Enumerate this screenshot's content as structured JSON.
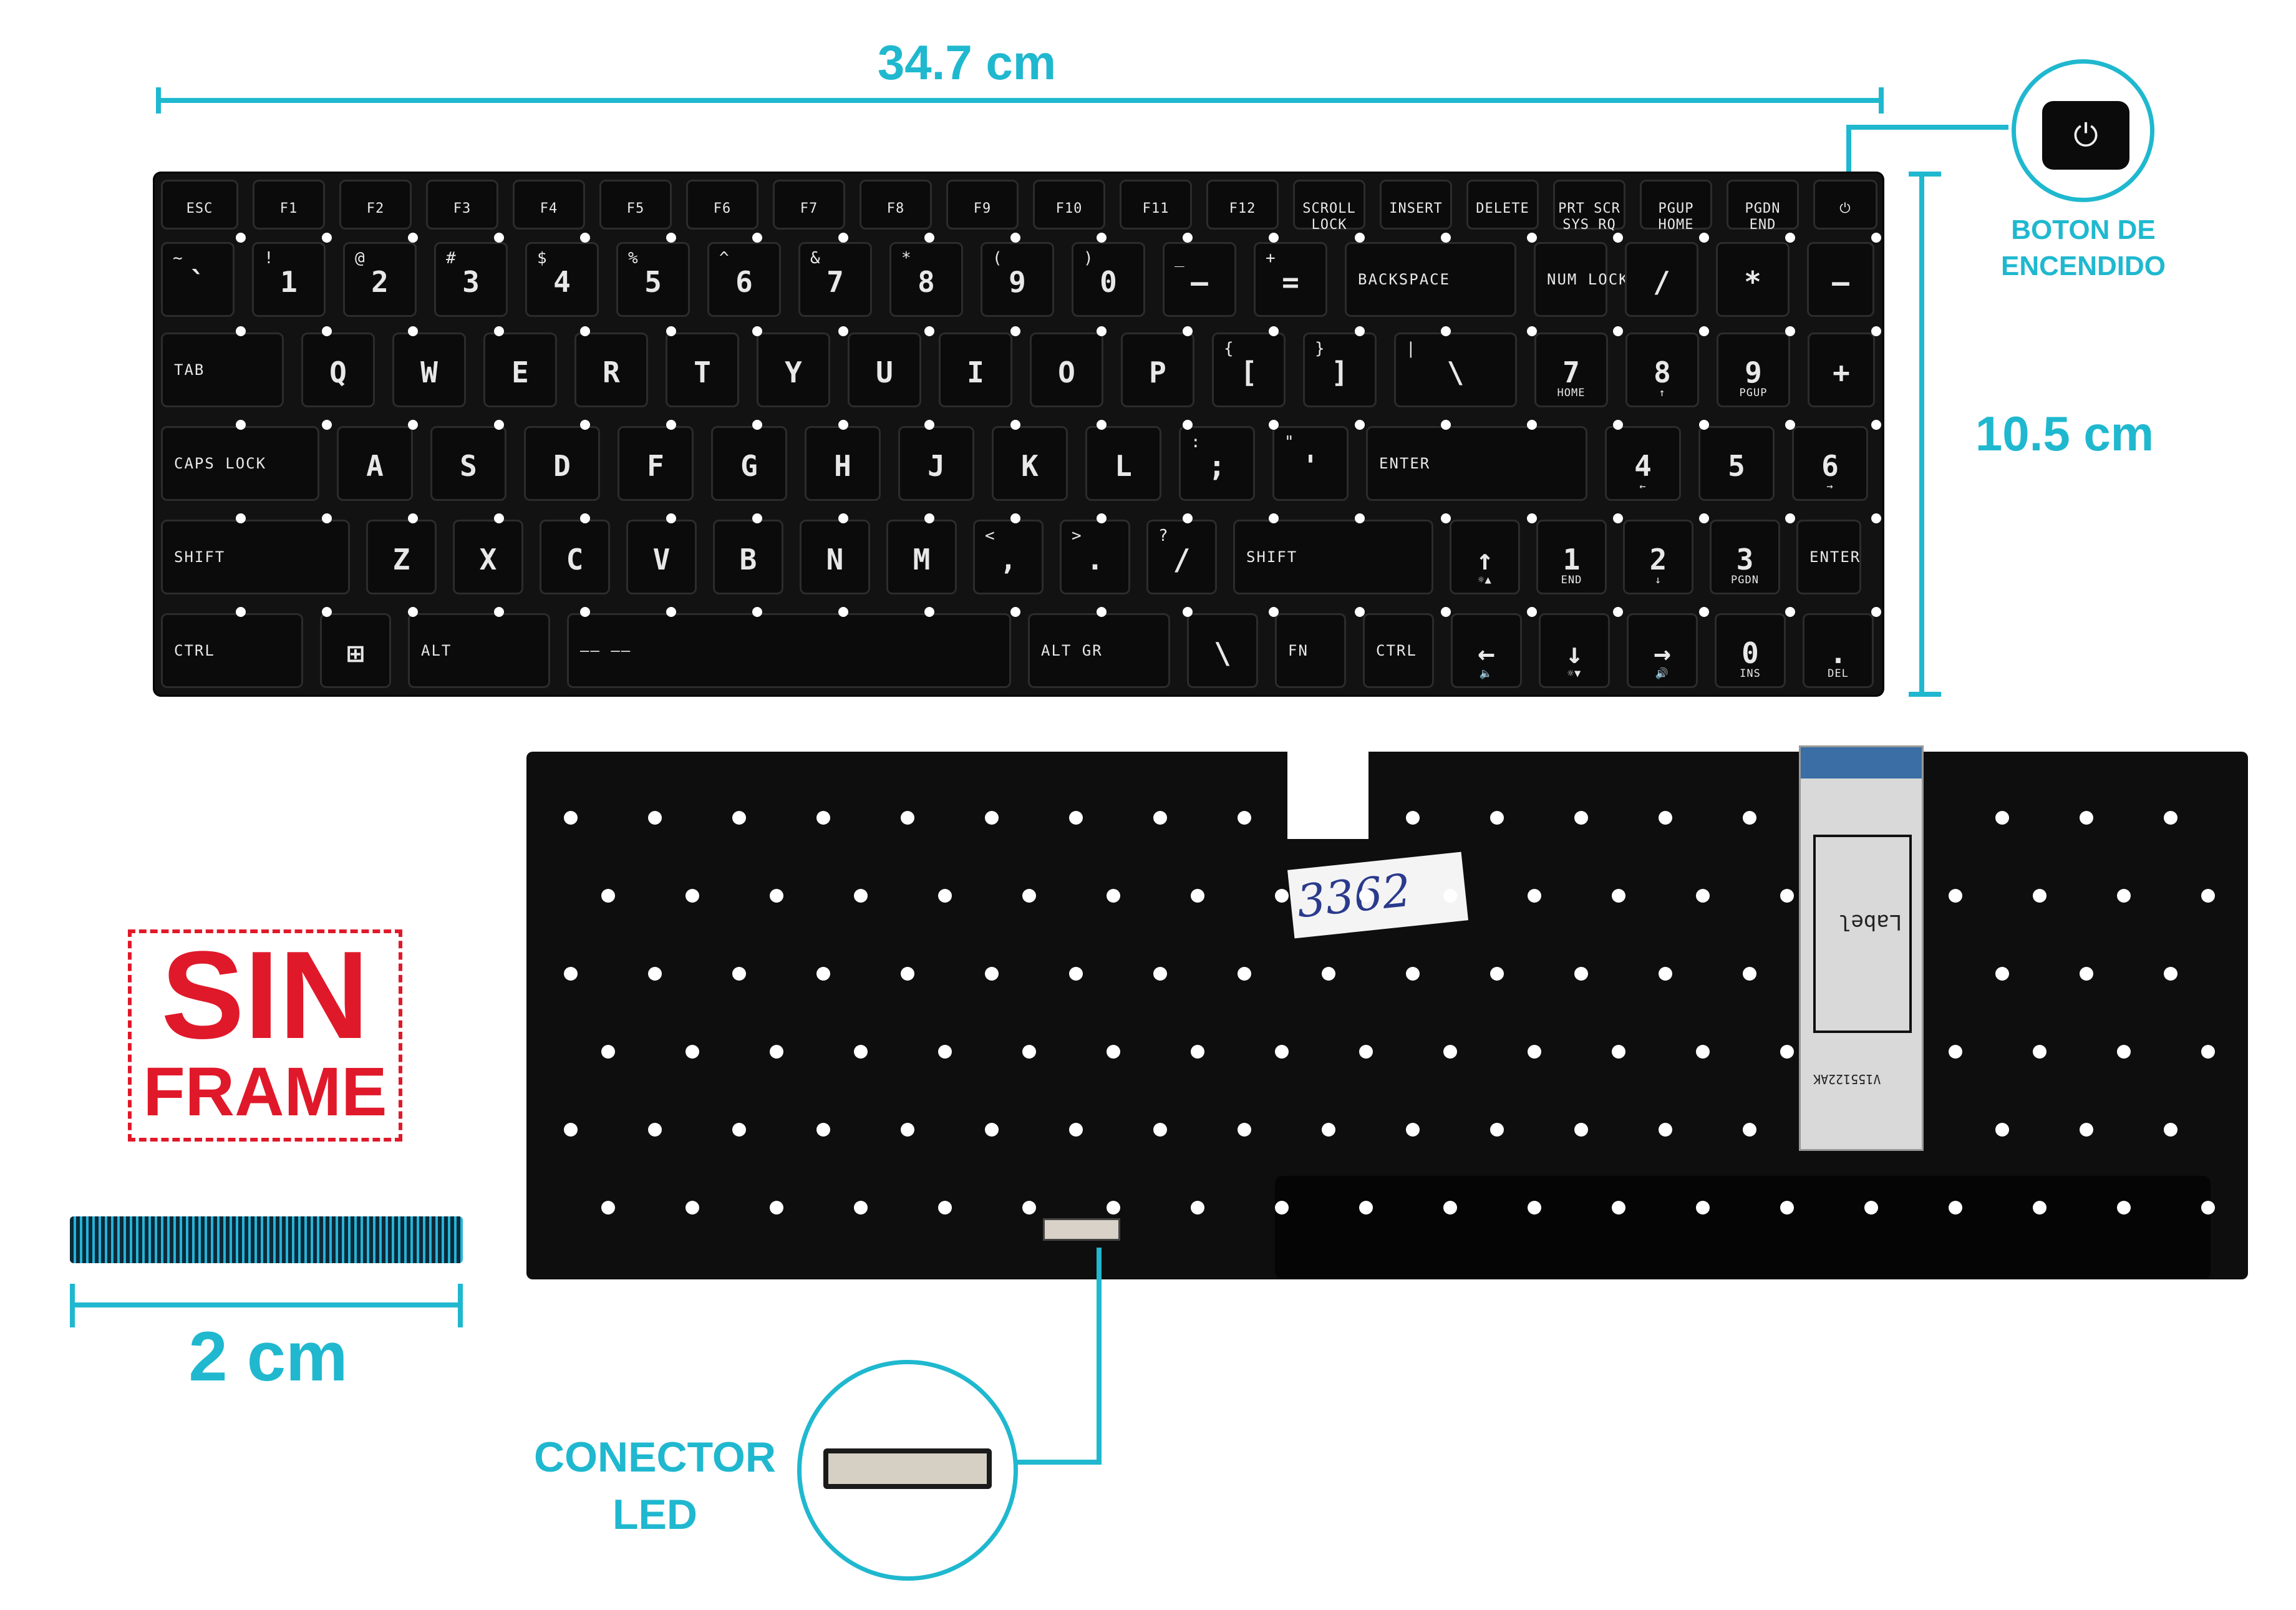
{
  "dimensions": {
    "width_label": "34.7 cm",
    "height_label": "10.5 cm",
    "ribbon_label": "2 cm"
  },
  "callouts": {
    "power_button": "BOTON DE\nENCENDIDO",
    "led_connector": "CONECTOR\nLED"
  },
  "badge": {
    "line1": "SIN",
    "line2": "FRAME"
  },
  "sticker": "3362",
  "ribbon_label_text": "Label",
  "ribbon_code": "V155122AK",
  "colors": {
    "accent": "#1fb8cf",
    "badge_red": "#e0192a",
    "keyboard": "#121212"
  },
  "keyboard": {
    "row_fn": [
      {
        "main": "ESC"
      },
      {
        "main": "F1"
      },
      {
        "main": "F2"
      },
      {
        "main": "F3"
      },
      {
        "main": "F4"
      },
      {
        "main": "F5"
      },
      {
        "main": "F6"
      },
      {
        "main": "F7"
      },
      {
        "main": "F8"
      },
      {
        "main": "F9"
      },
      {
        "main": "F10"
      },
      {
        "main": "F11"
      },
      {
        "main": "F12"
      },
      {
        "main": "SCROLL\nLOCK"
      },
      {
        "main": "INSERT"
      },
      {
        "main": "DELETE"
      },
      {
        "main": "PRT SCR\nSYS RQ"
      },
      {
        "main": "PGUP\nHOME"
      },
      {
        "main": "PGDN\nEND"
      },
      {
        "main": "⏻"
      }
    ],
    "row_num": [
      {
        "shift": "~",
        "main": "`"
      },
      {
        "shift": "!",
        "main": "1"
      },
      {
        "shift": "@",
        "main": "2"
      },
      {
        "shift": "#",
        "main": "3"
      },
      {
        "shift": "$",
        "main": "4"
      },
      {
        "shift": "%",
        "main": "5"
      },
      {
        "shift": "^",
        "main": "6"
      },
      {
        "shift": "&",
        "main": "7"
      },
      {
        "shift": "*",
        "main": "8"
      },
      {
        "shift": "(",
        "main": "9"
      },
      {
        "shift": ")",
        "main": "0"
      },
      {
        "shift": "_",
        "main": "–"
      },
      {
        "shift": "+",
        "main": "="
      },
      {
        "main": "BACKSPACE"
      },
      {
        "main": "NUM\nLOCK"
      },
      {
        "main": "/"
      },
      {
        "main": "*"
      },
      {
        "main": "–"
      }
    ],
    "row_q": [
      {
        "main": "TAB"
      },
      {
        "main": "Q"
      },
      {
        "main": "W"
      },
      {
        "main": "E"
      },
      {
        "main": "R"
      },
      {
        "main": "T"
      },
      {
        "main": "Y"
      },
      {
        "main": "U"
      },
      {
        "main": "I"
      },
      {
        "main": "O"
      },
      {
        "main": "P"
      },
      {
        "shift": "{",
        "main": "["
      },
      {
        "shift": "}",
        "main": "]"
      },
      {
        "shift": "|",
        "main": "\\"
      },
      {
        "main": "7",
        "sub": "HOME"
      },
      {
        "main": "8",
        "sub": "↑"
      },
      {
        "main": "9",
        "sub": "PGUP"
      },
      {
        "main": "+"
      }
    ],
    "row_a": [
      {
        "main": "CAPS LOCK"
      },
      {
        "main": "A"
      },
      {
        "main": "S"
      },
      {
        "main": "D"
      },
      {
        "main": "F"
      },
      {
        "main": "G"
      },
      {
        "main": "H"
      },
      {
        "main": "J"
      },
      {
        "main": "K"
      },
      {
        "main": "L"
      },
      {
        "shift": ":",
        "main": ";"
      },
      {
        "shift": "\"",
        "main": "'"
      },
      {
        "main": "ENTER"
      },
      {
        "main": "4",
        "sub": "←"
      },
      {
        "main": "5"
      },
      {
        "main": "6",
        "sub": "→"
      }
    ],
    "row_z": [
      {
        "main": "SHIFT"
      },
      {
        "main": "Z"
      },
      {
        "main": "X"
      },
      {
        "main": "C"
      },
      {
        "main": "V"
      },
      {
        "main": "B"
      },
      {
        "main": "N"
      },
      {
        "main": "M"
      },
      {
        "shift": "<",
        "main": ","
      },
      {
        "shift": ">",
        "main": "."
      },
      {
        "shift": "?",
        "main": "/"
      },
      {
        "main": "SHIFT"
      },
      {
        "main": "↑",
        "sub": "☼▲"
      },
      {
        "main": "1",
        "sub": "END"
      },
      {
        "main": "2",
        "sub": "↓"
      },
      {
        "main": "3",
        "sub": "PGDN"
      },
      {
        "main": "ENTER"
      }
    ],
    "row_ctrl": [
      {
        "main": "CTRL"
      },
      {
        "main": "⊞"
      },
      {
        "main": "ALT"
      },
      {
        "main": "—— ——"
      },
      {
        "main": "ALT GR"
      },
      {
        "main": "\\"
      },
      {
        "main": "FN"
      },
      {
        "main": "CTRL"
      },
      {
        "main": "←",
        "sub": "🔈"
      },
      {
        "main": "↓",
        "sub": "☼▼"
      },
      {
        "main": "→",
        "sub": "🔊"
      },
      {
        "main": "0",
        "sub": "INS"
      },
      {
        "main": ".",
        "sub": "DEL"
      }
    ]
  }
}
